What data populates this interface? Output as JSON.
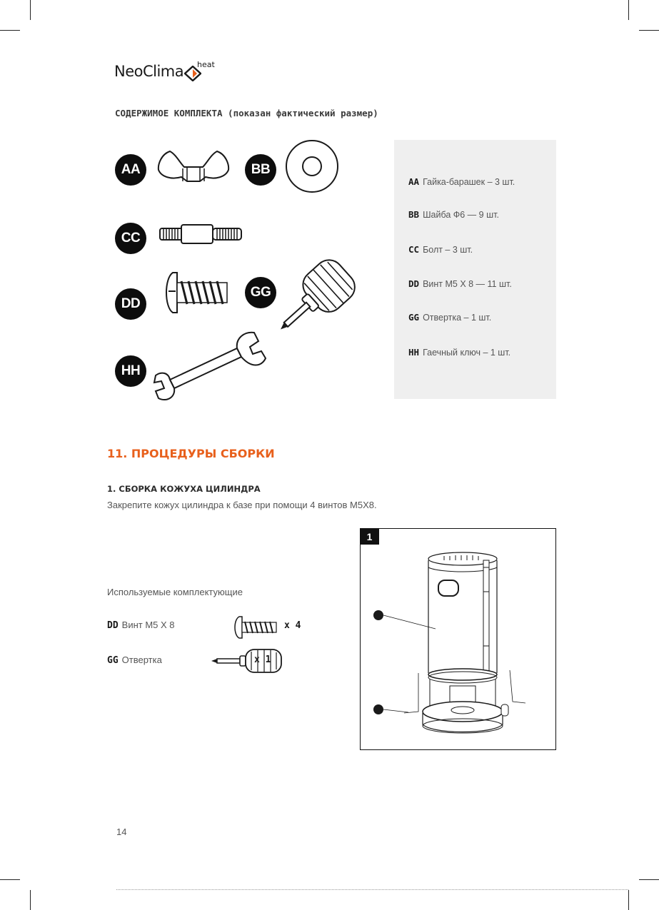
{
  "brand": {
    "name": "NeoClima",
    "sub": "heat"
  },
  "kit": {
    "title": "СОДЕРЖИМОЕ КОМПЛЕКТА (показан фактический размер)",
    "badges": {
      "aa": "AA",
      "bb": "BB",
      "cc": "CC",
      "dd": "DD",
      "gg": "GG",
      "hh": "HH"
    },
    "legend": [
      {
        "code": "AA",
        "text": "Гайка-барашек  – 3 шт."
      },
      {
        "code": "BB",
        "text": "Шайба Ф6 — 9 шт."
      },
      {
        "code": "CC",
        "text": "Болт – 3 шт."
      },
      {
        "code": "DD",
        "text": "Винт М5 Х 8 — 11 шт."
      },
      {
        "code": "GG",
        "text": "Отвертка – 1 шт."
      },
      {
        "code": "HH",
        "text": "Гаечный ключ – 1 шт."
      }
    ]
  },
  "section": {
    "title": "11. ПРОЦЕДУРЫ СБОРКИ",
    "step_title": "1. СБОРКА КОЖУХА ЦИЛИНДРА",
    "step_text": "Закрепите кожух цилиндра к базе при помощи 4 винтов М5Х8.",
    "used_title": "Используемые комплектующие",
    "used": [
      {
        "code": "DD",
        "text": "Винт М5 Х 8",
        "qty": "x 4"
      },
      {
        "code": "GG",
        "text": "Отвертка",
        "qty": "x 1"
      }
    ],
    "figure_num": "1"
  },
  "page_number": "14",
  "colors": {
    "accent": "#e8601c",
    "badge": "#0d0d0d",
    "legend_bg": "#efefef"
  },
  "icons": [
    "wing-nut-icon",
    "washer-icon",
    "bolt-icon",
    "screw-icon",
    "screwdriver-icon",
    "wrench-icon",
    "heater-diagram"
  ]
}
